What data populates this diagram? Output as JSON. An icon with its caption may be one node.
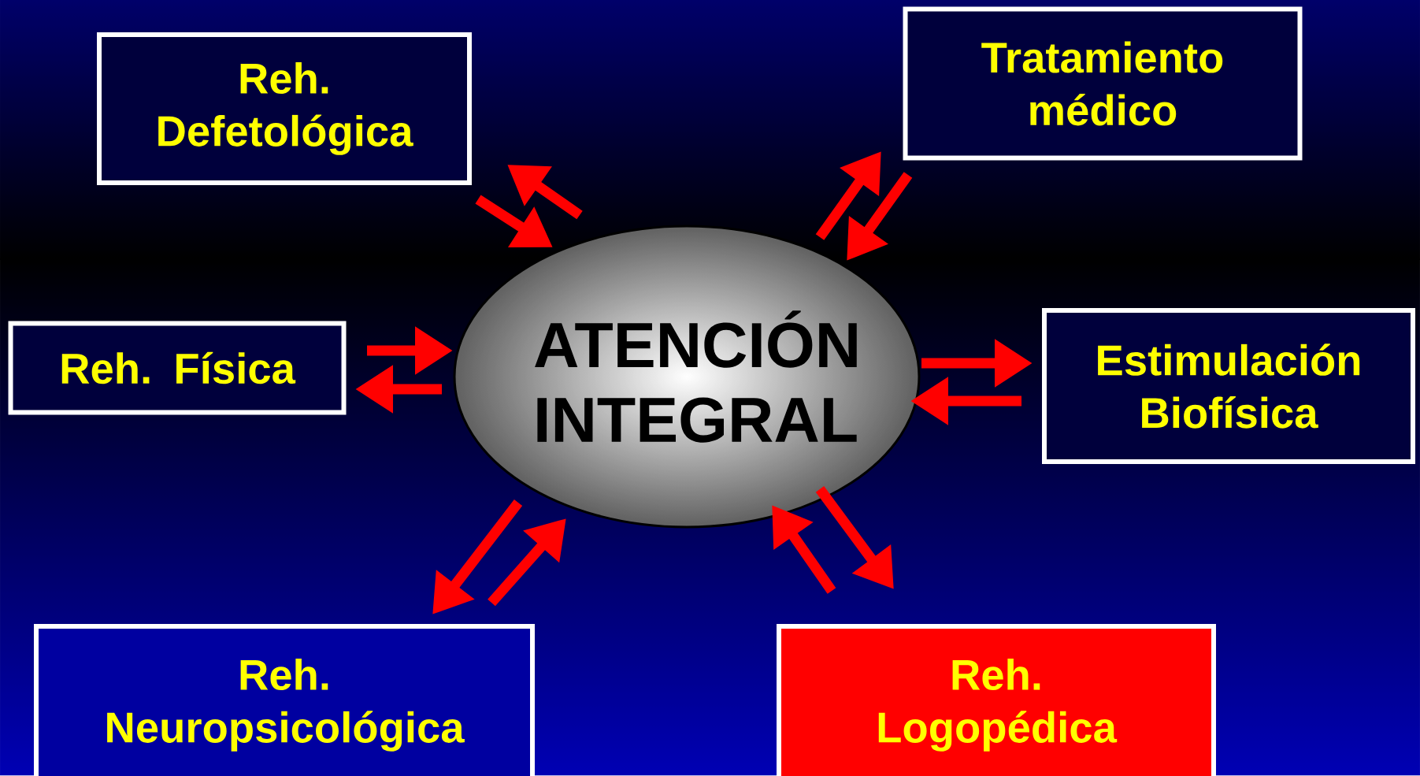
{
  "diagram": {
    "nodes": [
      {
        "text": [
          "Reh. Defetológica"
        ]
      },
      {
        "text": [
          "Tratamiento médico"
        ]
      },
      {
        "text": [
          "Reh. Física"
        ]
      },
      {
        "text": [
          "ATENCIÓN INTEGRAL"
        ]
      },
      {
        "text": [
          "Estimulación Biofísica"
        ]
      },
      {
        "text": [
          "Reh. Neuropsicológica"
        ]
      },
      {
        "text": [
          "Reh. Logopédica"
        ]
      }
    ],
    "edges": [
      {
        "from": 3,
        "to": 0,
        "arrow": "to"
      },
      {
        "from": 0,
        "to": 3,
        "arrow": "to"
      },
      {
        "from": 3,
        "to": 1,
        "arrow": "to"
      },
      {
        "from": 1,
        "to": 3,
        "arrow": "to"
      },
      {
        "from": 2,
        "to": 3,
        "arrow": "to"
      },
      {
        "from": 3,
        "to": 2,
        "arrow": "to"
      },
      {
        "from": 3,
        "to": 4,
        "arrow": "to"
      },
      {
        "from": 4,
        "to": 3,
        "arrow": "to"
      },
      {
        "from": 3,
        "to": 5,
        "arrow": "to"
      },
      {
        "from": 5,
        "to": 3,
        "arrow": "to"
      },
      {
        "from": 3,
        "to": 6,
        "arrow": "to"
      },
      {
        "from": 6,
        "to": 3,
        "arrow": "to"
      }
    ]
  }
}
